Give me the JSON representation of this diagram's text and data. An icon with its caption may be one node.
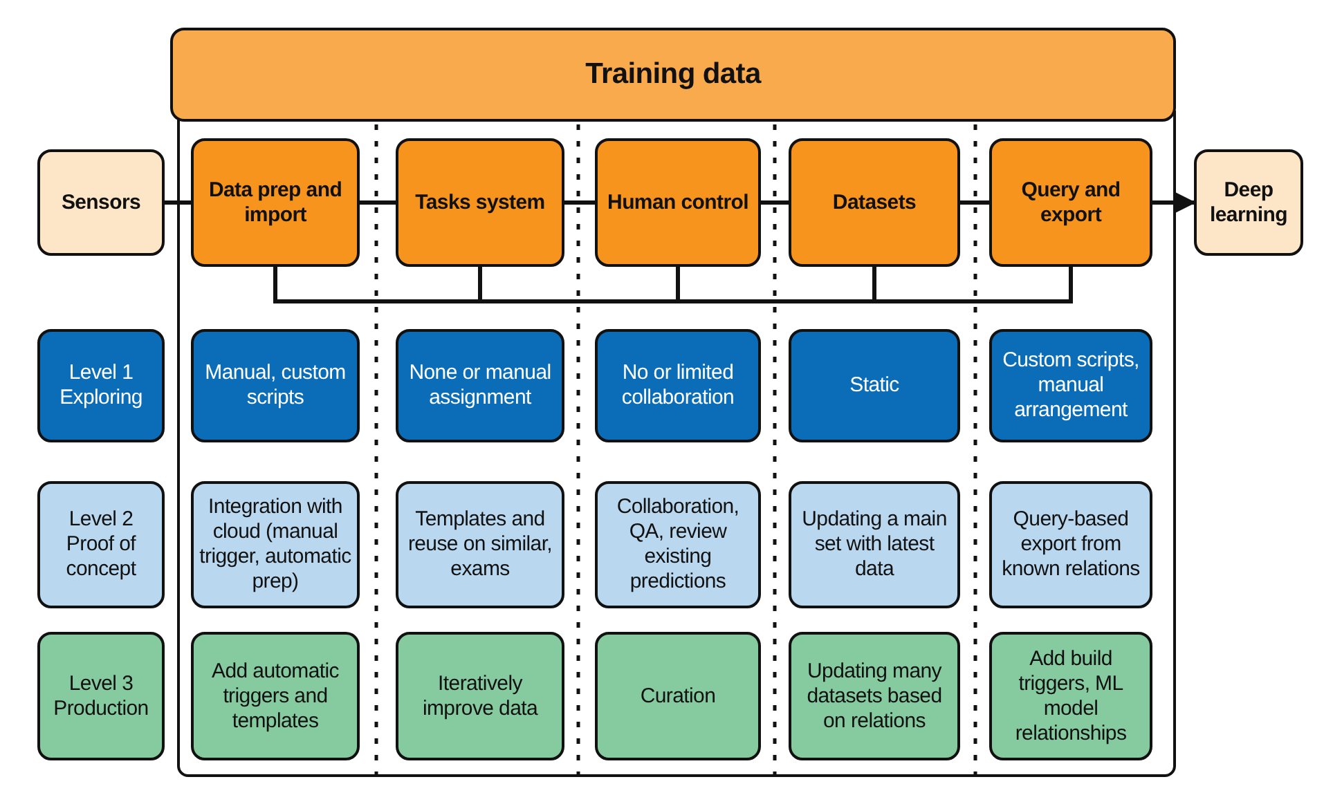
{
  "diagram": {
    "nodes": [
      {
        "text": [
          "Training data"
        ]
      },
      {
        "text": [
          "Sensors"
        ]
      },
      {
        "text": [
          "Data prep and import"
        ],
        "in": 0
      },
      {
        "text": [
          "Tasks system"
        ],
        "in": 0
      },
      {
        "text": [
          "Human control"
        ],
        "in": 0
      },
      {
        "text": [
          "Datasets"
        ],
        "in": 0
      },
      {
        "text": [
          "Query and export"
        ],
        "in": 0
      },
      {
        "text": [
          "Deep learning"
        ]
      },
      {
        "text": [
          "Level 1 Exploring"
        ]
      },
      {
        "text": [
          "Manual, custom scripts"
        ],
        "in": 0
      },
      {
        "text": [
          "None or manual assignment"
        ],
        "in": 0
      },
      {
        "text": [
          "No or limited collaboration"
        ],
        "in": 0
      },
      {
        "text": [
          "Static"
        ],
        "in": 0
      },
      {
        "text": [
          "Custom scripts, manual arrangement"
        ],
        "in": 0
      },
      {
        "text": [
          "Level 2 Proof of concept"
        ]
      },
      {
        "text": [
          "Integration with cloud (manual trigger, automatic prep)"
        ],
        "in": 0
      },
      {
        "text": [
          "Templates and reuse on similar, exams"
        ],
        "in": 0
      },
      {
        "text": [
          "Collaboration, QA, review existing predictions"
        ],
        "in": 0
      },
      {
        "text": [
          "Updating a main set with latest data"
        ],
        "in": 0
      },
      {
        "text": [
          "Query-based export from known relations"
        ],
        "in": 0
      },
      {
        "text": [
          "Level 3 Production"
        ]
      },
      {
        "text": [
          "Add automatic triggers and templates"
        ],
        "in": 0
      },
      {
        "text": [
          "Iteratively improve data"
        ],
        "in": 0
      },
      {
        "text": [
          "Curation"
        ],
        "in": 0
      },
      {
        "text": [
          "Updating many datasets based on relations"
        ],
        "in": 0
      },
      {
        "text": [
          "Add build triggers, ML model relationships"
        ],
        "in": 0
      }
    ],
    "edges": [
      {
        "from": 1,
        "to": 2,
        "arrow": "none"
      },
      {
        "from": 2,
        "to": 3,
        "arrow": "none"
      },
      {
        "from": 3,
        "to": 4,
        "arrow": "none"
      },
      {
        "from": 4,
        "to": 5,
        "arrow": "none"
      },
      {
        "from": 5,
        "to": 6,
        "arrow": "none"
      },
      {
        "from": 6,
        "to": 7,
        "arrow": "to"
      },
      {
        "from": 2,
        "to": 3,
        "arrow": "none"
      },
      {
        "from": 3,
        "to": 4,
        "arrow": "none"
      },
      {
        "from": 4,
        "to": 5,
        "arrow": "none"
      },
      {
        "from": 5,
        "to": 6,
        "arrow": "none"
      }
    ]
  }
}
